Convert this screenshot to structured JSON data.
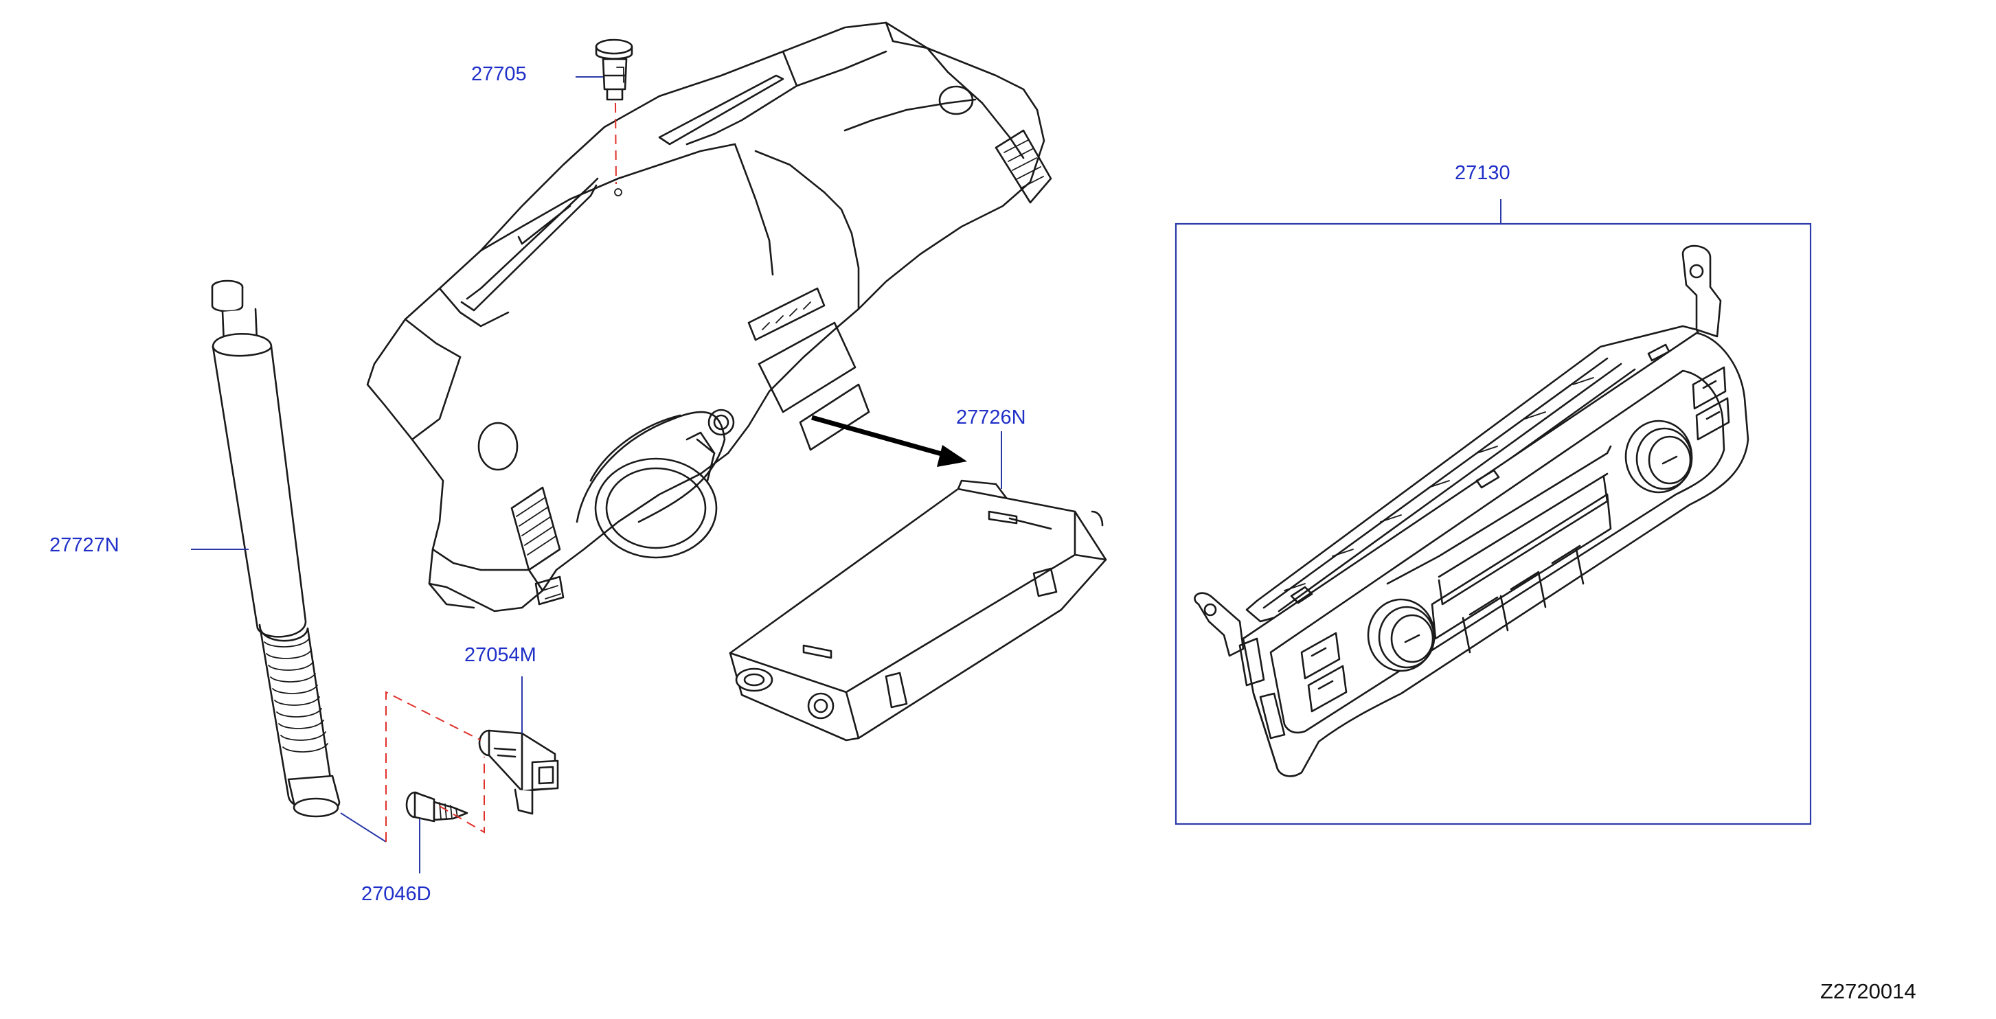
{
  "diagram": {
    "code": "Z2720014",
    "colors": {
      "callout": "#1f2fc8",
      "leader": "#2b3aa8",
      "hidden_line": "#e0302a",
      "ink": "#1a1a1a",
      "background": "#ffffff"
    },
    "callouts": {
      "c27705": "27705",
      "c27130": "27130",
      "c27726N": "27726N",
      "c27727N": "27727N",
      "c27054M": "27054M",
      "c27046D": "27046D"
    },
    "parts": [
      "dashboard-panel",
      "clip-27705",
      "aspirator-duct-27727N",
      "sensor-27054M",
      "screw-27046D",
      "control-unit-27726N",
      "heater-control-panel-27130"
    ]
  }
}
